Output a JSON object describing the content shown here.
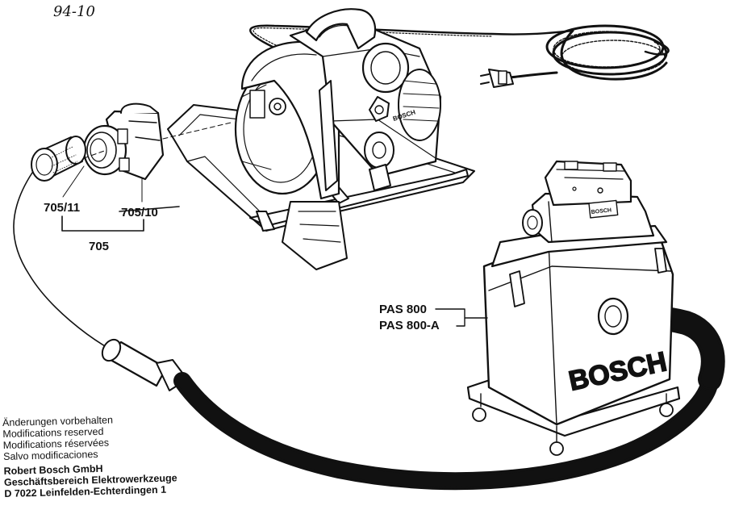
{
  "header": {
    "handwritten_ref": "94-10"
  },
  "parts": {
    "filter_label": "705/11",
    "adapter_label": "705/10",
    "group_label": "705"
  },
  "vacuum": {
    "model_1": "PAS 800",
    "model_2": "PAS 800-A",
    "brand_on_body": "BOSCH",
    "brand_on_lid": "BOSCH"
  },
  "saw": {
    "brand_on_motor": "BOSCH"
  },
  "notice": {
    "lines": [
      "Änderungen vorbehalten",
      "Modifications reserved",
      "Modifications réservées",
      "Salvo modificaciones"
    ]
  },
  "company": {
    "name": "Robert Bosch GmbH",
    "division": "Geschäftsbereich Elektrowerkzeuge",
    "address": "D 7022 Leinfelden-Echterdingen 1"
  },
  "colors": {
    "ink": "#111111",
    "paper": "#ffffff"
  }
}
